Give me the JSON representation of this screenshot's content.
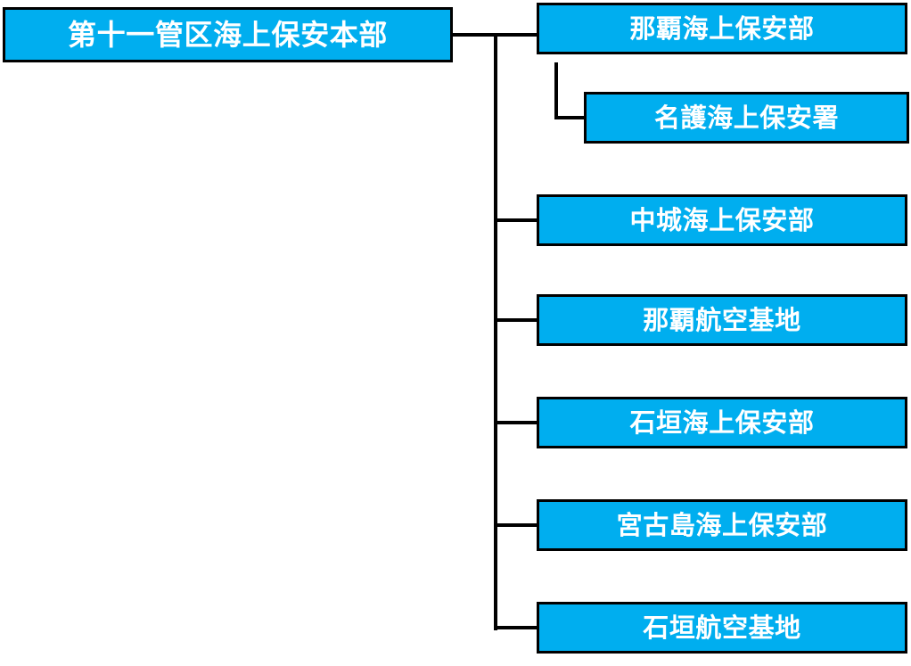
{
  "diagram": {
    "type": "organization-chart",
    "orientation": "left-to-right",
    "colors": {
      "node_fill": "#00aeef",
      "node_border": "#000000",
      "node_text": "#ffffff",
      "connector": "#000000",
      "background": "#ffffff"
    },
    "root": {
      "label": "第十一管区海上保安本部"
    },
    "children": [
      {
        "label": "那覇海上保安部",
        "children": [
          {
            "label": "名護海上保安署"
          }
        ]
      },
      {
        "label": "中城海上保安部"
      },
      {
        "label": "那覇航空基地"
      },
      {
        "label": "石垣海上保安部"
      },
      {
        "label": "宮古島海上保安部"
      },
      {
        "label": "石垣航空基地"
      }
    ]
  }
}
